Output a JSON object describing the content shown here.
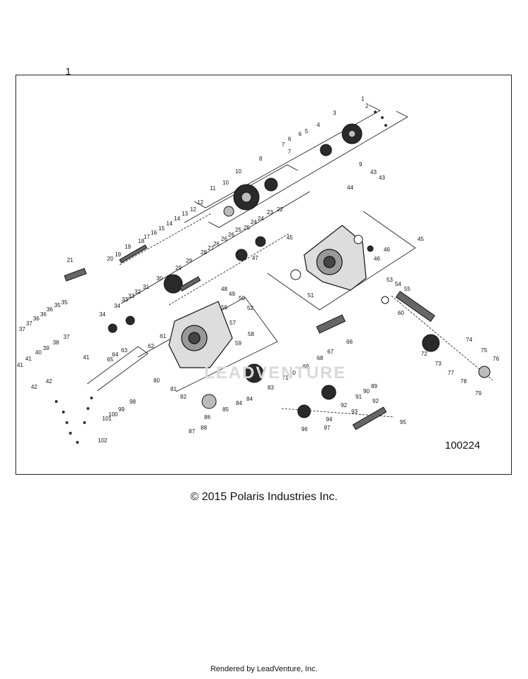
{
  "diagram_label": "1",
  "drawing_number": "100224",
  "copyright": "© 2015 Polaris Industries Inc.",
  "rendered_by": "Rendered by LeadVenture, Inc.",
  "watermark": "LEADVENTURE",
  "colors": {
    "line": "#111111",
    "part_fill": "#2a2a2a",
    "part_light": "#bdbdbd"
  },
  "callouts": [
    "1",
    "2",
    "3",
    "4",
    "5",
    "6",
    "6",
    "7",
    "7",
    "8",
    "9",
    "10",
    "10",
    "11",
    "12",
    "12",
    "13",
    "14",
    "14",
    "15",
    "16",
    "17",
    "18",
    "19",
    "19",
    "20",
    "21",
    "22",
    "23",
    "24",
    "24",
    "25",
    "25",
    "26",
    "26",
    "26",
    "27",
    "28",
    "29",
    "29",
    "30",
    "31",
    "32",
    "33",
    "33",
    "34",
    "34",
    "35",
    "35",
    "36",
    "36",
    "36",
    "37",
    "37",
    "37",
    "38",
    "39",
    "40",
    "41",
    "41",
    "41",
    "42",
    "42",
    "43",
    "43",
    "44",
    "45",
    "45",
    "46",
    "46",
    "47",
    "48",
    "49",
    "50",
    "51",
    "52",
    "53",
    "54",
    "55",
    "56",
    "57",
    "58",
    "59",
    "60",
    "61",
    "62",
    "63",
    "64",
    "65",
    "66",
    "67",
    "68",
    "69",
    "70",
    "71",
    "72",
    "73",
    "74",
    "75",
    "76",
    "77",
    "78",
    "79",
    "80",
    "81",
    "82",
    "83",
    "84",
    "84",
    "85",
    "86",
    "87",
    "88",
    "89",
    "90",
    "91",
    "92",
    "92",
    "93",
    "94",
    "95",
    "96",
    "97",
    "98",
    "99",
    "100",
    "101",
    "102"
  ]
}
